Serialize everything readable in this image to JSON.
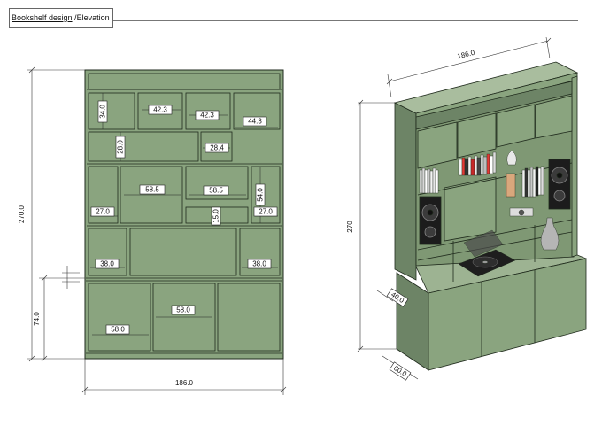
{
  "header": {
    "title": "Bookshelf design",
    "separator": " /",
    "view": "Elevation"
  },
  "colors": {
    "cabinet": "#8aa47f",
    "cabinet_dark": "#5e7558",
    "cabinet_light": "#a3b898",
    "line": "#1f2a1c"
  },
  "elevation": {
    "overall_height": "270.0",
    "overall_width": "186.0",
    "base_height": "74.0",
    "labels": [
      "34.0",
      "42.3",
      "42.3",
      "44.3",
      "28.0",
      "28.4",
      "58.5",
      "58.5",
      "54.0",
      "27.0",
      "15.0",
      "27.0",
      "38.0",
      "38.0",
      "58.0",
      "58.0"
    ]
  },
  "iso": {
    "width": "186.0",
    "height": "270",
    "base_depth": "60.0",
    "top_depth": "40.0"
  }
}
